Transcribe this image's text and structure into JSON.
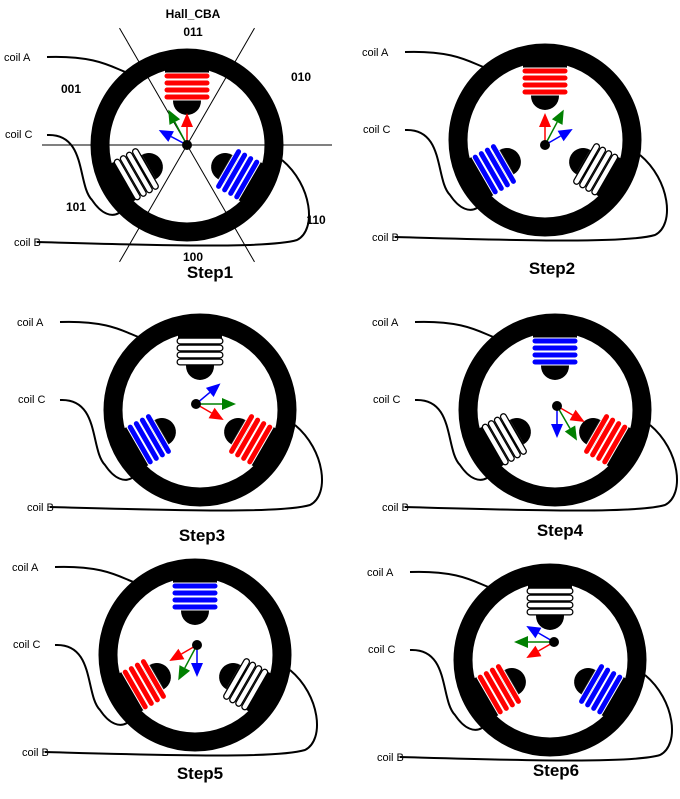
{
  "hall": {
    "title": "Hall_CBA",
    "sectors": [
      "011",
      "010",
      "110",
      "100",
      "101",
      "001"
    ]
  },
  "colors": {
    "red": "#ff0000",
    "blue": "#0000ff",
    "green": "#008000",
    "white": "#ffffff"
  },
  "steps": [
    {
      "title": "Step1",
      "coil_a_label": "coil A",
      "coil_b_label": "coil B",
      "coil_c_label": "coil C",
      "coil_colors": {
        "A": "red",
        "B": "blue",
        "C": "white"
      },
      "vectors_deg": {
        "red": 90,
        "green": 118,
        "blue": 152
      }
    },
    {
      "title": "Step2",
      "coil_a_label": "coil A",
      "coil_b_label": "coil B",
      "coil_c_label": "coil C",
      "coil_colors": {
        "A": "red",
        "B": "white",
        "C": "blue"
      },
      "vectors_deg": {
        "red": 90,
        "green": 62,
        "blue": 30
      }
    },
    {
      "title": "Step3",
      "coil_a_label": "coil A",
      "coil_b_label": "coil B",
      "coil_c_label": "coil C",
      "coil_colors": {
        "A": "white",
        "B": "red",
        "C": "blue"
      },
      "vectors_deg": {
        "red": -30,
        "green": 0,
        "blue": 40
      }
    },
    {
      "title": "Step4",
      "coil_a_label": "coil A",
      "coil_b_label": "coil B",
      "coil_c_label": "coil C",
      "coil_colors": {
        "A": "blue",
        "B": "red",
        "C": "white"
      },
      "vectors_deg": {
        "red": -30,
        "green": -60,
        "blue": -90
      }
    },
    {
      "title": "Step5",
      "coil_a_label": "coil A",
      "coil_b_label": "coil B",
      "coil_c_label": "coil C",
      "coil_colors": {
        "A": "blue",
        "B": "white",
        "C": "red"
      },
      "vectors_deg": {
        "red": -150,
        "green": -118,
        "blue": -90
      }
    },
    {
      "title": "Step6",
      "coil_a_label": "coil A",
      "coil_b_label": "coil B",
      "coil_c_label": "coil C",
      "coil_colors": {
        "A": "white",
        "B": "blue",
        "C": "red"
      },
      "vectors_deg": {
        "red": 210,
        "green": 180,
        "blue": 150
      }
    }
  ]
}
